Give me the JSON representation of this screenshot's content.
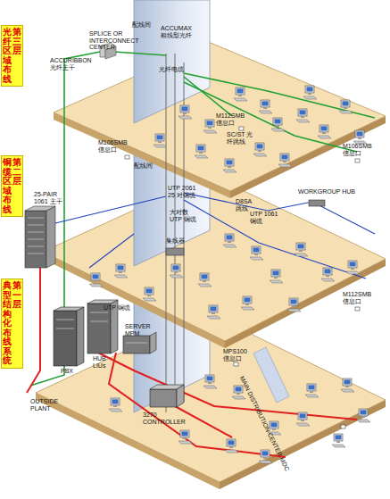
{
  "diagram": {
    "nodes": [
      {
        "text": [
          "光纤区域布线",
          "第三层"
        ]
      },
      {
        "text": [
          "铜缆区域布线",
          "第二层"
        ]
      },
      {
        "text": [
          "典型结构化布线系统",
          "第一层"
        ]
      }
    ],
    "labels": [
      "配线间",
      "SPLICE OR INTERCONNECT CENTER",
      "ACCUMAX 粗线型光纤",
      "ACCURIBBON 光纤主干",
      "光纤电缆",
      "M112SMB 信息口",
      "SC/ST 光纤跳线",
      "M106SMB 信息口",
      "M106SMB 信息口",
      "配线间",
      "UTP 2061 25 对铜缆",
      "25-PAIR 1061 主干",
      "WORKGROUP HUB",
      "D8SA 跳线",
      "UTP 1061 铜缆",
      "大对数 UTP 铜缆",
      "集线器",
      "M112SMB 信息口",
      "UTP 铜缆",
      "PBX",
      "HUB LIUs",
      "SERVER MPM",
      "MPS100 信息口",
      "MAIN DISTRIBUTION CENTER MDC",
      "OUTSIDE PLANT",
      "3270 CONTROLLER"
    ]
  }
}
